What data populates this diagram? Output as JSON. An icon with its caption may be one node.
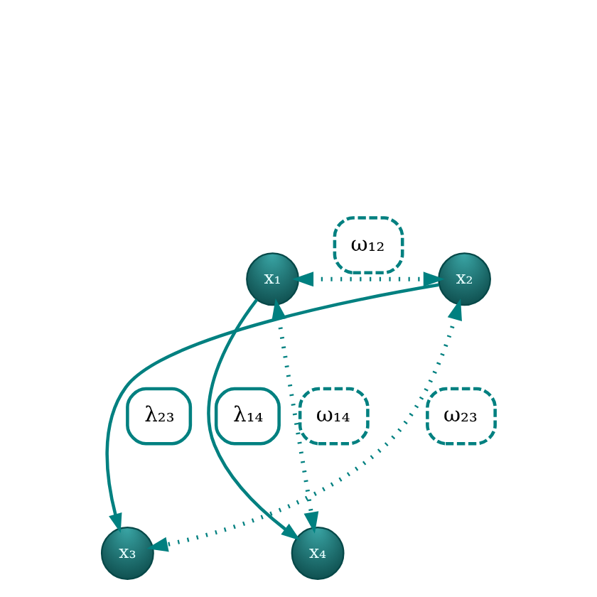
{
  "diagram": {
    "nodes": [
      {
        "text": [
          "x₁"
        ]
      },
      {
        "text": [
          "x₂"
        ]
      },
      {
        "text": [
          "x₃"
        ]
      },
      {
        "text": [
          "x₄"
        ]
      }
    ],
    "edges": [
      {
        "from": 0,
        "to": 1,
        "arrow": "both",
        "label": "ω₁₂",
        "style": "dashed"
      },
      {
        "from": 0,
        "to": 3,
        "arrow": "to",
        "label": "λ₁₄"
      },
      {
        "from": 1,
        "to": 2,
        "arrow": "to",
        "label": "λ₂₃"
      },
      {
        "from": 1,
        "to": 2,
        "arrow": "both",
        "label": "ω₂₃",
        "style": "dashed"
      },
      {
        "from": 0,
        "to": 3,
        "arrow": "both",
        "label": "ω₁₄",
        "style": "dashed"
      }
    ]
  }
}
